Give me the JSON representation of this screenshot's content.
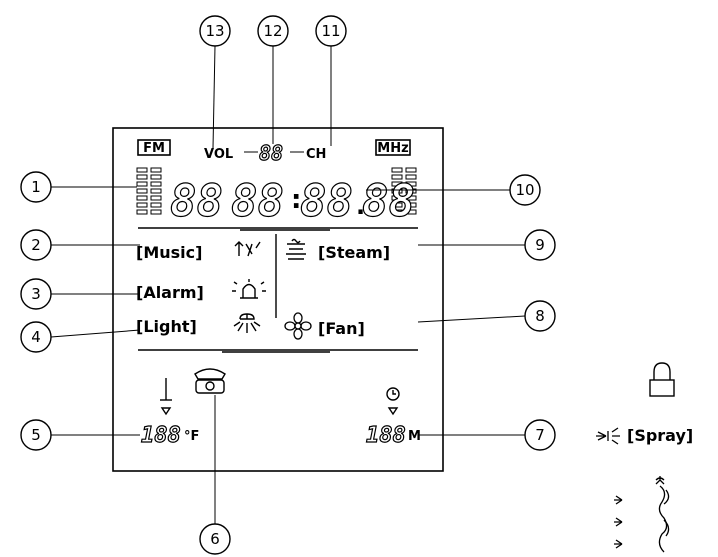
{
  "top_labels": {
    "fm": "FM",
    "mhz": "MHz",
    "vol": "VOL",
    "ch": "CH",
    "center_digits": "88"
  },
  "clock_digits": [
    "88",
    "88",
    "88",
    "88"
  ],
  "modes": {
    "music": "[Music]",
    "alarm": "[Alarm]",
    "light": "[Light]",
    "steam": "[Steam]",
    "fan": "[Fan]",
    "spray": "[Spray]"
  },
  "temperature": {
    "digits": "188",
    "unit": "°F"
  },
  "timer": {
    "digits": "188",
    "unit": "M"
  },
  "callouts": [
    "1",
    "2",
    "3",
    "4",
    "5",
    "6",
    "7",
    "8",
    "9",
    "10",
    "11",
    "12",
    "13"
  ],
  "icons": [
    "music-icon",
    "alarm-bell-icon",
    "light-icon",
    "steam-icon",
    "fan-icon",
    "telephone-icon",
    "thermometer-icon",
    "timer-icon",
    "lock-icon",
    "spray-icon",
    "person-spray-icon"
  ],
  "colors": {
    "line": "#000000",
    "background": "#ffffff"
  }
}
